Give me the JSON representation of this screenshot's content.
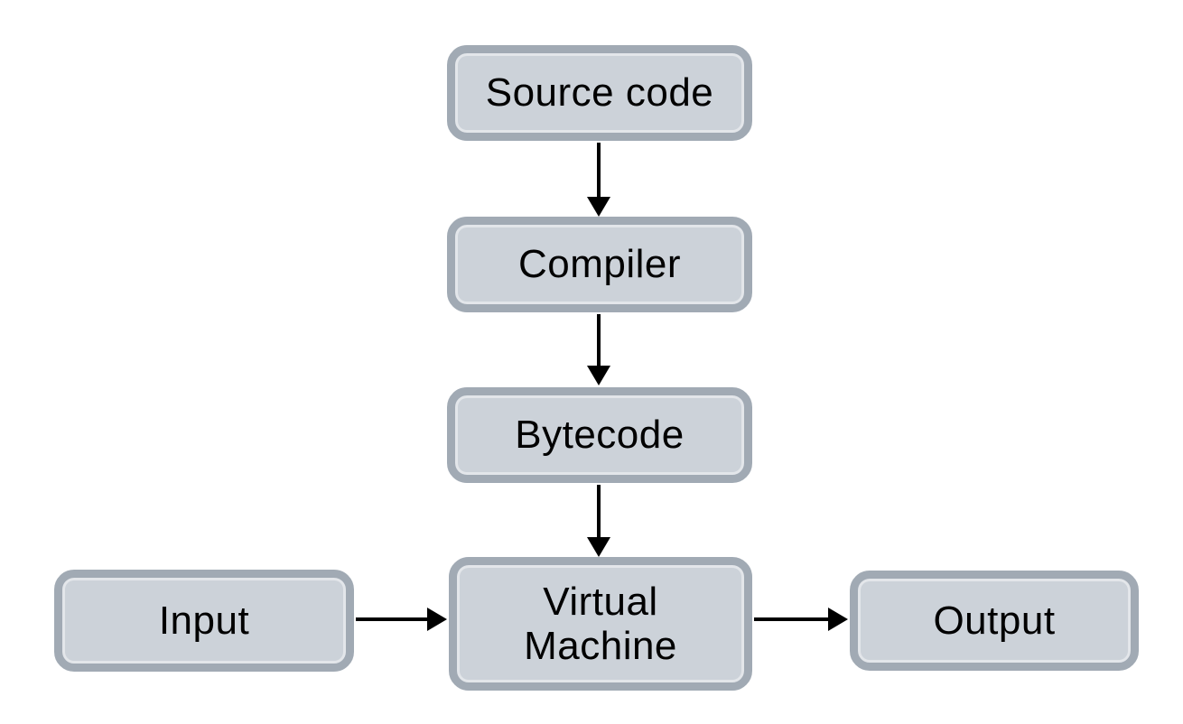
{
  "diagram": {
    "type": "flowchart",
    "background_color": "#ffffff",
    "node_fill_color": "#ccd2d9",
    "node_border_color": "#a1aab4",
    "arrow_color": "#000000",
    "text_color": "#000000",
    "nodes": [
      {
        "id": "source-code",
        "label": "Source code"
      },
      {
        "id": "compiler",
        "label": "Compiler"
      },
      {
        "id": "bytecode",
        "label": "Bytecode"
      },
      {
        "id": "virtual-machine",
        "label": "Virtual Machine"
      },
      {
        "id": "input",
        "label": "Input"
      },
      {
        "id": "output",
        "label": "Output"
      }
    ],
    "edges": [
      {
        "from": "source-code",
        "to": "compiler",
        "direction": "down"
      },
      {
        "from": "compiler",
        "to": "bytecode",
        "direction": "down"
      },
      {
        "from": "bytecode",
        "to": "virtual-machine",
        "direction": "down"
      },
      {
        "from": "input",
        "to": "virtual-machine",
        "direction": "right"
      },
      {
        "from": "virtual-machine",
        "to": "output",
        "direction": "right"
      }
    ]
  }
}
